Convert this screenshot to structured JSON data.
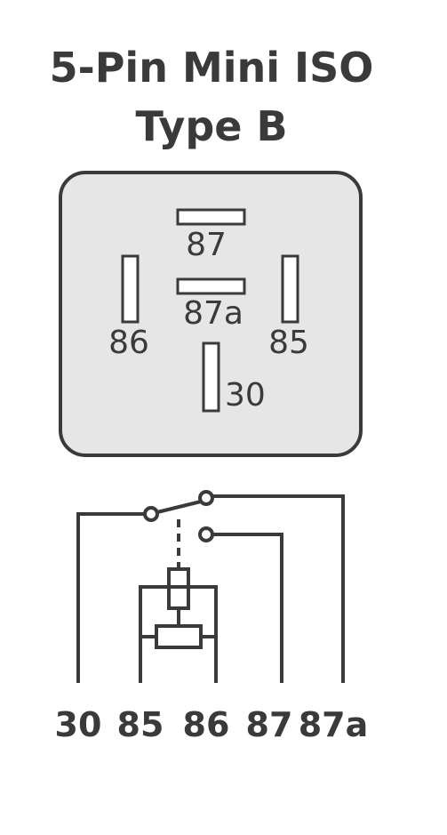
{
  "title": {
    "line1": "5-Pin Mini ISO",
    "line2": "Type B"
  },
  "pinout": {
    "pin_87": "87",
    "pin_87a": "87a",
    "pin_86": "86",
    "pin_85": "85",
    "pin_30": "30"
  },
  "schematic": {
    "terminals": [
      "30",
      "85",
      "86",
      "87",
      "87a"
    ]
  },
  "colors": {
    "line": "#3a3a3a",
    "housing_fill": "#e6e6e6",
    "background": "#ffffff"
  }
}
